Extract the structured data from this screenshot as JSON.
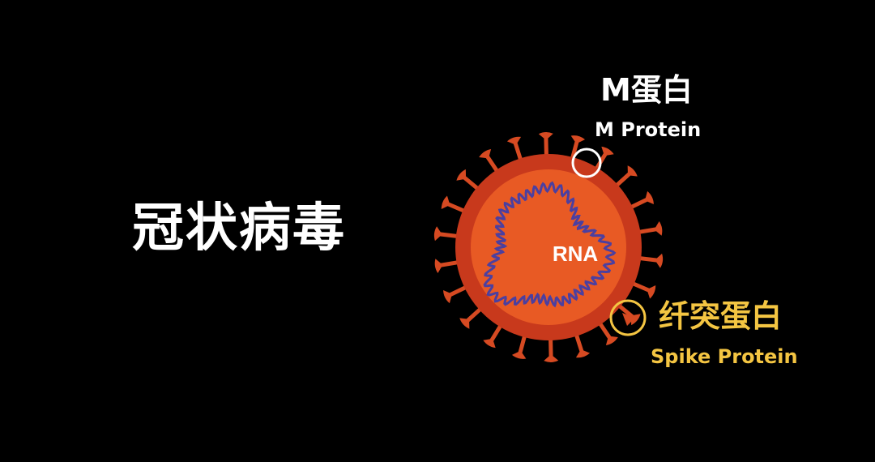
{
  "title": "冠状病毒",
  "labels": {
    "m_protein_cn": "M蛋白",
    "m_protein_en": "M Protein",
    "rna": "RNA",
    "spike_protein_cn": "纤突蛋白",
    "spike_protein_en": "Spike Protein"
  },
  "colors": {
    "background": "#000000",
    "virus_outer": "#c8391c",
    "virus_inner": "#e85a24",
    "spike": "#d64a22",
    "rna_strand": "#4b3fa0",
    "m_marker": "#ffffff",
    "spike_marker": "#f4c542",
    "m_label": "#ffffff",
    "spike_label": "#f4c542"
  }
}
